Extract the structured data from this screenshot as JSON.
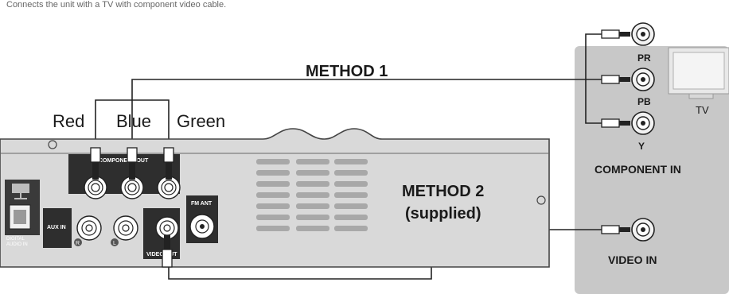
{
  "caption": "Connects the unit with a TV with component video cable.",
  "method1": "METHOD 1",
  "method2_line1": "METHOD 2",
  "method2_line2": "(supplied)",
  "cable_colors": {
    "red": "Red",
    "blue": "Blue",
    "green": "Green"
  },
  "tv": {
    "label": "TV",
    "component_in": "COMPONENT IN",
    "video_in": "VIDEO IN",
    "jacks": {
      "pr": "PR",
      "pb": "PB",
      "y": "Y"
    }
  },
  "player": {
    "component_out": "COMPONENT OUT",
    "aux_in": "AUX IN",
    "fm_ant": "FM ANT",
    "video_out": "VIDEO OUT",
    "digital_audio_in_1": "DIGITAL",
    "digital_audio_in_2": "AUDIO IN",
    "aux_r": "R",
    "aux_l": "L"
  },
  "colors": {
    "panel": "#c8c8c8",
    "device": "#d9d9d9",
    "jack_dark": "#3a3a3a"
  }
}
